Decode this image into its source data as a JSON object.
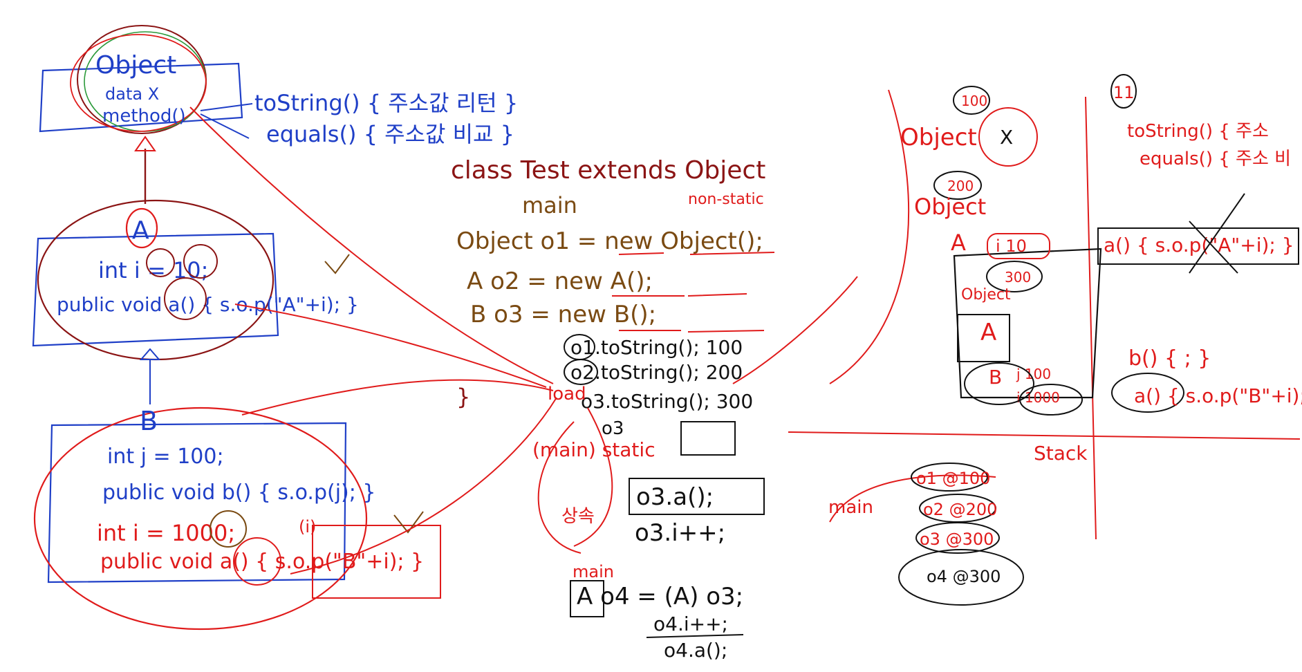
{
  "hierarchy": {
    "object_box": {
      "title": "Object",
      "line1": "data X",
      "line2": "method()"
    },
    "object_methods": {
      "tostring": "toString() { 주소값 리턴 }",
      "equals": "equals() { 주소값 비교 }"
    },
    "a_box": {
      "title": "A",
      "field": "int i = 10;",
      "method": "public void a() { s.o.p(\"A\"+i); }"
    },
    "b_box": {
      "title": "B",
      "field_j": "int j = 100;",
      "method_b": "public void b() { s.o.p(j); }",
      "field_i": "int i = 1000;",
      "field_i_note": "(i)",
      "method_a": "public void a() { s.o.p(\"B\"+i); }"
    }
  },
  "code": {
    "class_decl": "class Test extends Object",
    "main_label": "main",
    "non_static": "non-static",
    "line_o1": "Object o1 = new Object();",
    "line_o2": "A o2 = new A();",
    "line_o3": "B o3 = new B();",
    "call_o1": "o1.toString(); 100",
    "call_o2": "o2.toString(); 200",
    "call_o3": "o3.toString(); 300",
    "o3_label": "o3",
    "closing_brace": "}",
    "load_label": "load",
    "main_static": "(main) static",
    "inherit_label": "상속",
    "main_label_2": "main",
    "call_o3_a": "o3.a();",
    "call_o3_i": "o3.i++;",
    "cast_line": "A o4 = (A) o3;",
    "call_o4_i": "o4.i++;",
    "call_o4_a": "o4.a();"
  },
  "memory": {
    "addr_100": "100",
    "addr_200": "200",
    "addr_300": "300",
    "object_label_1": "Object",
    "x_mark": "X",
    "object_label_2": "Object",
    "a_label": "A",
    "a_field": "i 10",
    "object_label_3": "Object",
    "a_label_2": "A",
    "b_label": "B",
    "b_field_j": "j 100",
    "b_field_i": "i 1000",
    "num_11": "11",
    "method_tostring": "toString() { 주소",
    "method_equals": "equals() { 주소 비",
    "method_a_override": "a() { s.o.p(\"A\"+i); }",
    "method_b": "b() { ; }",
    "method_a_b": "a() { s.o.p(\"B\"+i); }",
    "stack_label": "Stack",
    "main_frame": "main",
    "var_o1": "o1 @100",
    "var_o2": "o2 @200",
    "var_o3": "o3 @300",
    "var_o4": "o4 @300"
  }
}
